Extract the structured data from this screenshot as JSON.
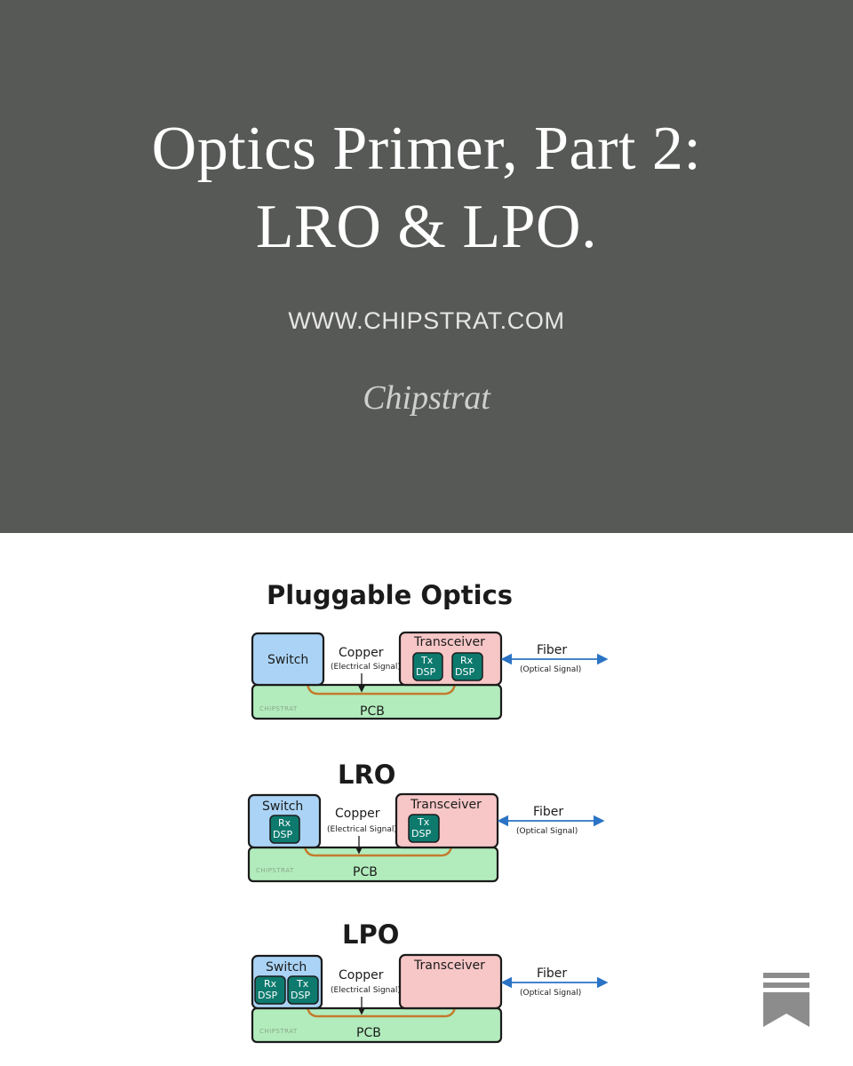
{
  "hero": {
    "title_line1": "Optics Primer, Part 2:",
    "title_line2": "LRO & LPO.",
    "url": "WWW.CHIPSTRAT.COM",
    "author": "Chipstrat"
  },
  "colors": {
    "hero_bg": "#575956",
    "switch": "#aad3f5",
    "transceiver": "#f7c6c6",
    "pcb": "#b2ecbc",
    "dsp": "#0e7a6e",
    "trace": "#c47a2c",
    "fiber": "#2a73c5"
  },
  "labels": {
    "switch": "Switch",
    "transceiver": "Transceiver",
    "copper": "Copper",
    "electrical": "(Electrical Signal)",
    "fiber": "Fiber",
    "optical": "(Optical Signal)",
    "pcb": "PCB",
    "watermark": "CHIPSTRAT",
    "tx": "Tx",
    "rx": "Rx",
    "dsp": "DSP"
  },
  "sections": [
    {
      "title": "Pluggable Optics"
    },
    {
      "title": "LRO"
    },
    {
      "title": "LPO"
    }
  ],
  "icons": {
    "publisher": "bookmark-icon"
  }
}
